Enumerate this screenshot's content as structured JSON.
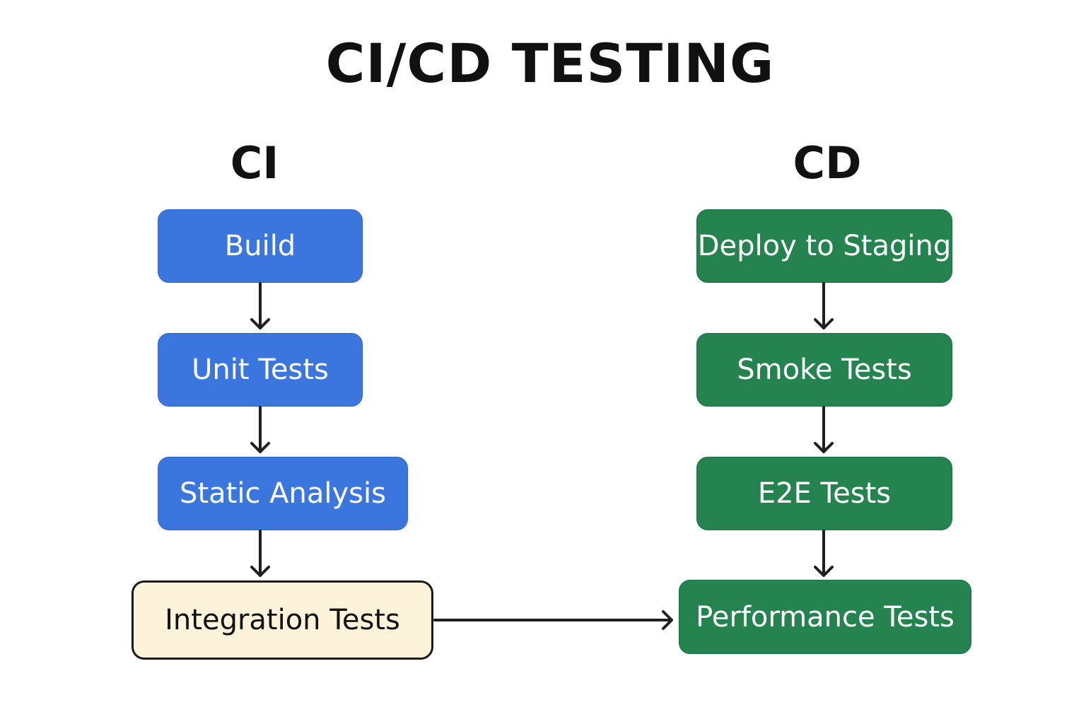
{
  "title": "CI/CD TESTING",
  "ci": {
    "heading": "CI",
    "steps": [
      "Build",
      "Unit Tests",
      "Static Analysis",
      "Integration Tests"
    ],
    "color": "#3b76df",
    "highlight_color": "#fdf3da"
  },
  "cd": {
    "heading": "CD",
    "steps": [
      "Deploy to Staging",
      "Smoke Tests",
      "E2E Tests",
      "Performance Tests"
    ],
    "color": "#24834f"
  }
}
